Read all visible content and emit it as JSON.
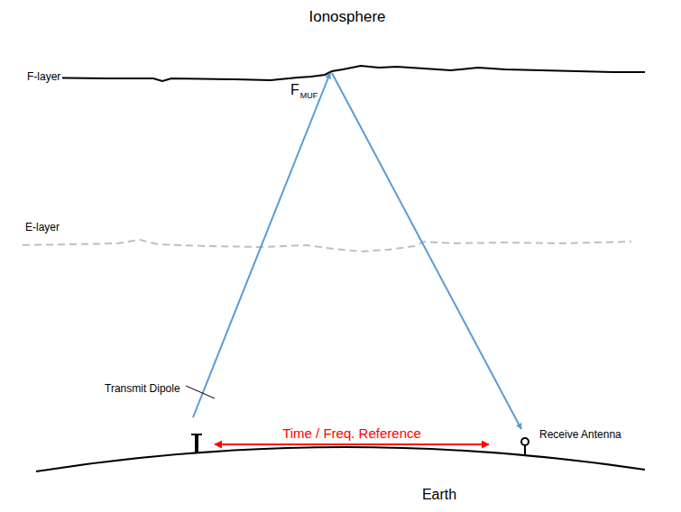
{
  "diagram": {
    "labels": [
      "Ionosphere",
      "F-layer",
      "F",
      "MUF",
      "E-layer",
      "Transmit Dipole",
      "Time / Freq. Reference",
      "Receive Antenna",
      "Earth"
    ]
  }
}
